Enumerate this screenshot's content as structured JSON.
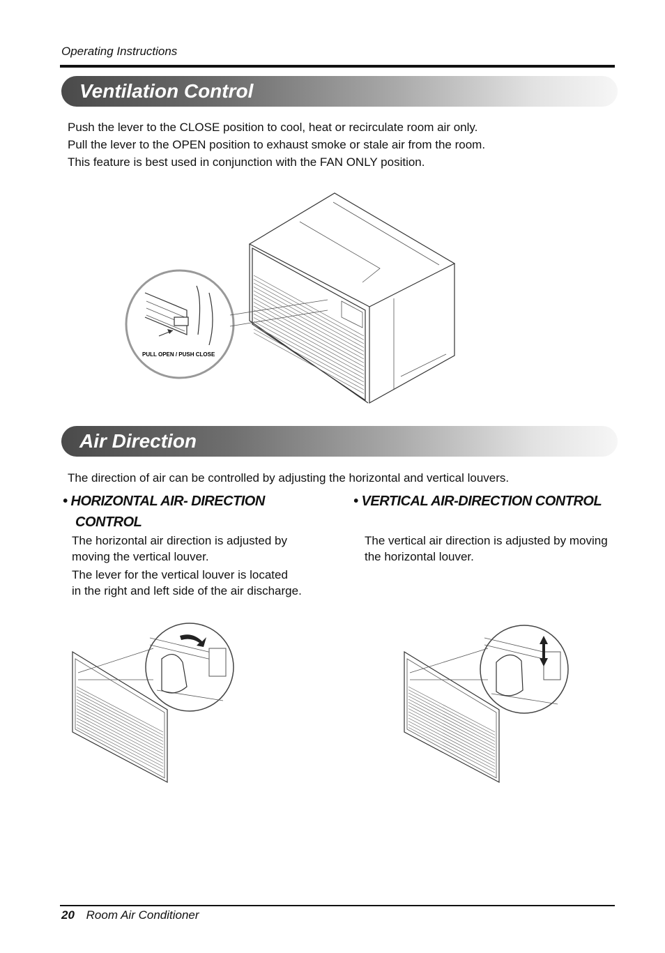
{
  "header": {
    "section_label": "Operating Instructions"
  },
  "ventilation": {
    "title": "Ventilation Control",
    "lines": [
      "Push the lever to the CLOSE position to cool, heat or recirculate room air only.",
      "Pull the lever to the OPEN position to exhaust smoke or stale air from the room.",
      "This feature is best used in conjunction with the FAN ONLY position."
    ],
    "callout_label": "PULL OPEN / PUSH CLOSE"
  },
  "air_direction": {
    "title": "Air Direction",
    "intro": "The direction of air can be controlled by adjusting the horizontal and vertical louvers.",
    "horizontal": {
      "heading_line1": "• HORIZONTAL AIR- DIRECTION",
      "heading_line2": "CONTROL",
      "para1_line1": "The horizontal air direction is adjusted by",
      "para1_line2": "moving the vertical louver.",
      "para2_line1": "The lever for the vertical louver is located",
      "para2_line2": "in the right and left side of the air discharge."
    },
    "vertical": {
      "heading": "• VERTICAL AIR-DIRECTION CONTROL",
      "para_line1": "The vertical air direction is adjusted by moving",
      "para_line2": "the horizontal louver."
    }
  },
  "footer": {
    "page_number": "20",
    "title": "Room Air Conditioner"
  }
}
